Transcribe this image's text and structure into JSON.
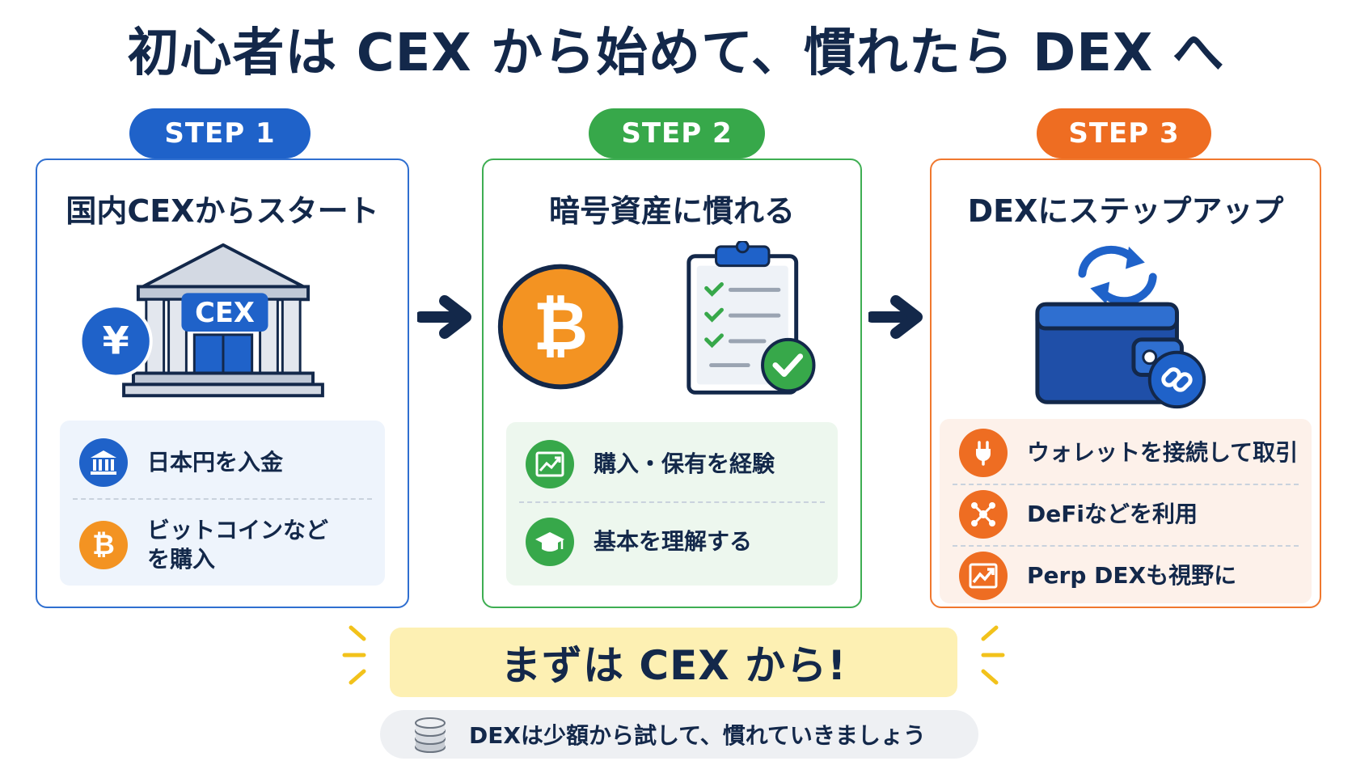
{
  "title": "初心者は CEX から始めて、慣れたら DEX へ",
  "colors": {
    "step1": "#1f62c9",
    "step2": "#37a84a",
    "step3": "#ee6d22",
    "navy": "#13284a",
    "banner": "#fdf0b3"
  },
  "steps": [
    {
      "pill": "STEP 1",
      "title": "国内CEXからスタート",
      "illustration_text": "CEX",
      "currency_symbol": "¥",
      "items": [
        {
          "icon": "bank-icon",
          "label": "日本円を入金"
        },
        {
          "icon": "bitcoin-icon",
          "label_line1": "ビットコインなど",
          "label_line2": "を購入"
        }
      ]
    },
    {
      "pill": "STEP 2",
      "title": "暗号資産に慣れる",
      "items": [
        {
          "icon": "chart-up-icon",
          "label": "購入・保有を経験"
        },
        {
          "icon": "graduation-cap-icon",
          "label": "基本を理解する"
        }
      ]
    },
    {
      "pill": "STEP 3",
      "title": "DEXにステップアップ",
      "items": [
        {
          "icon": "plug-icon",
          "label": "ウォレットを接続して取引"
        },
        {
          "icon": "network-icon",
          "label": "DeFiなどを利用"
        },
        {
          "icon": "trend-icon",
          "label": "Perp DEXも視野に"
        }
      ]
    }
  ],
  "banner": "まずは CEX から!",
  "note": "DEXは少額から試して、慣れていきましょう"
}
